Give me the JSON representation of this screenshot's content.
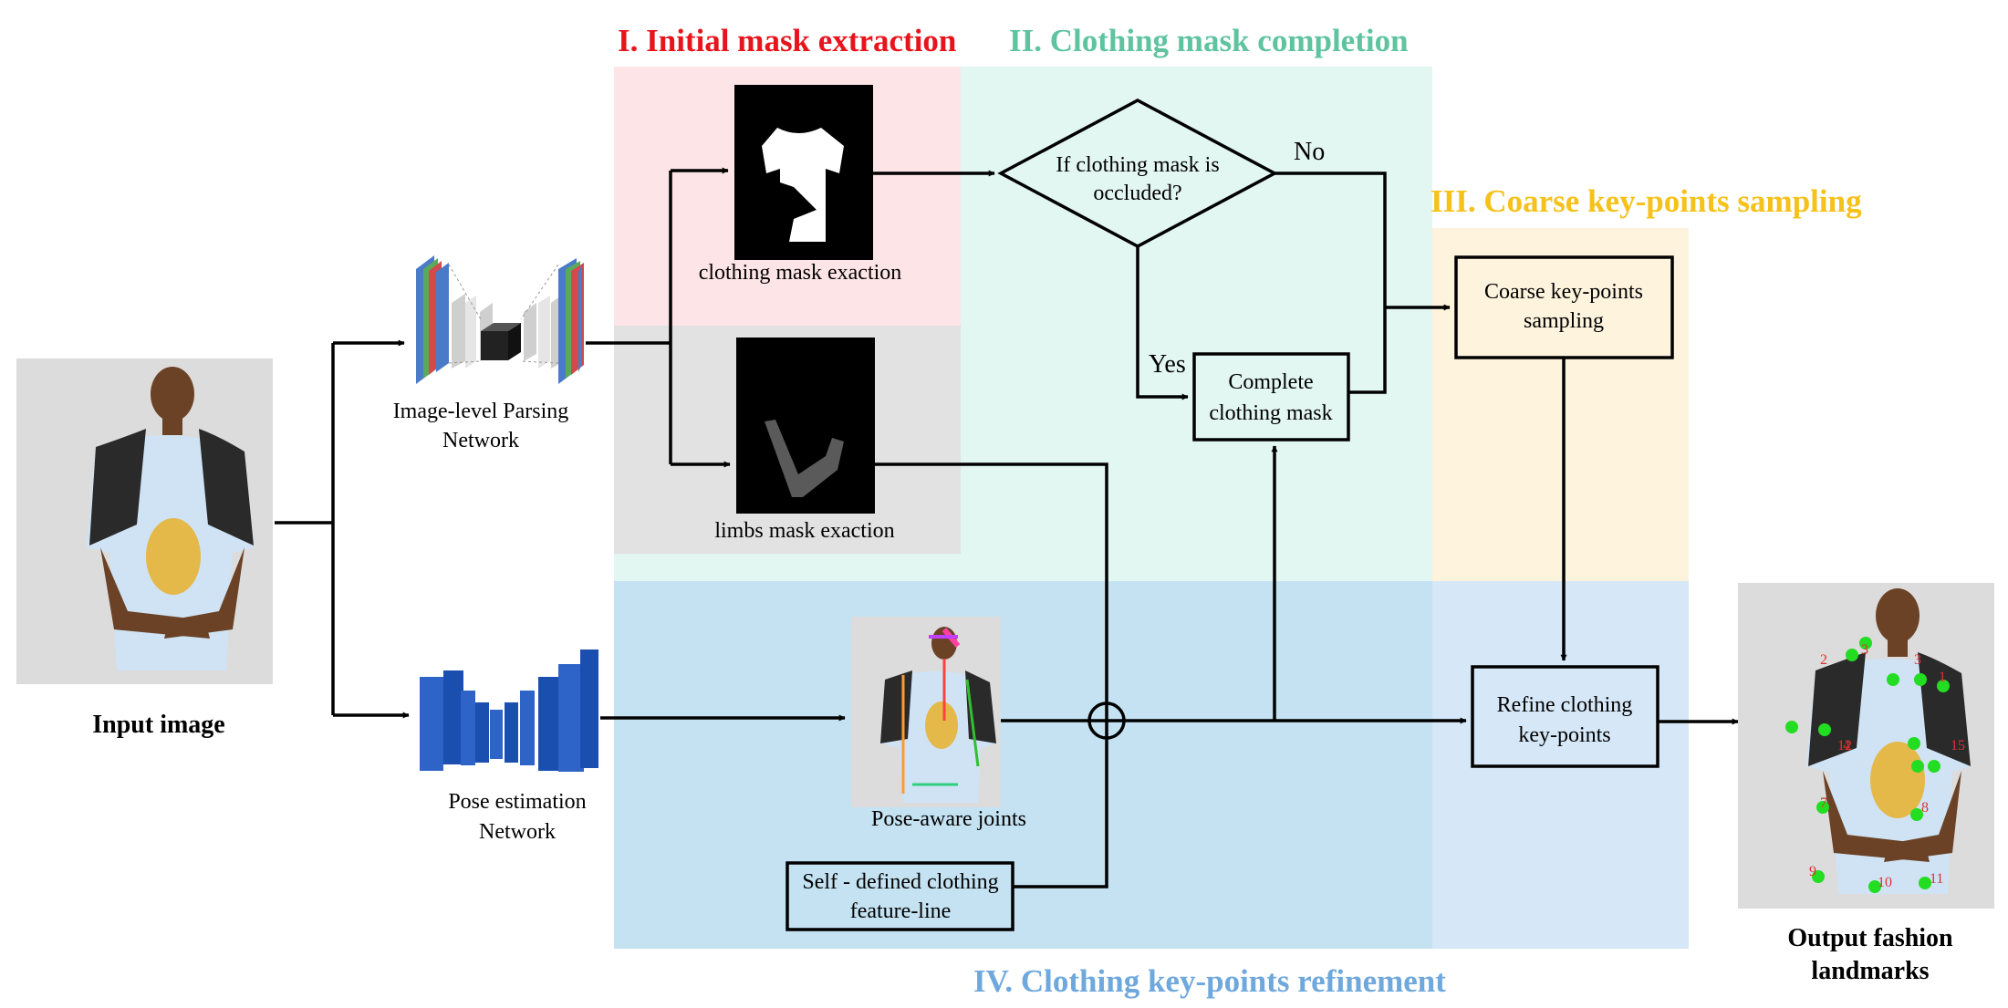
{
  "stages": {
    "s1": {
      "title": "I. Initial mask extraction",
      "color": "#e8141c"
    },
    "s2": {
      "title": "II. Clothing mask completion",
      "color": "#5fc3a0"
    },
    "s3": {
      "title": "III. Coarse key-points sampling",
      "color": "#f5c11a"
    },
    "s4": {
      "title": "IV. Clothing key-points refinement",
      "color": "#6fa8dc"
    }
  },
  "input": {
    "label": "Input image"
  },
  "networks": {
    "parsing": {
      "line1": "Image-level Parsing",
      "line2": "Network"
    },
    "pose": {
      "line1": "Pose estimation",
      "line2": "Network"
    }
  },
  "masks": {
    "clothing": "clothing mask exaction",
    "limbs": "limbs mask exaction"
  },
  "decision": {
    "line1": "If  clothing mask is",
    "line2": "occluded?",
    "no": "No",
    "yes": "Yes"
  },
  "boxes": {
    "complete": {
      "line1": "Complete",
      "line2": "clothing mask"
    },
    "coarse": {
      "line1": "Coarse key-points",
      "line2": "sampling"
    },
    "refine": {
      "line1": "Refine clothing",
      "line2": "key-points"
    },
    "feature": {
      "line1": "Self - defined clothing",
      "line2": "feature-line"
    }
  },
  "pose_joints": {
    "label": "Pose-aware joints"
  },
  "output": {
    "line1": "Output fashion",
    "line2": "landmarks",
    "landmark_numbers": [
      "2",
      "3",
      "3",
      "1",
      "4",
      "12",
      "15",
      "7",
      "8",
      "9",
      "10",
      "11"
    ]
  },
  "colors": {
    "stage1_bg": "#fde4e6",
    "stage2_bg": "#e2f6f2",
    "stage3_bg": "#fef3dd",
    "stage4_bg": "#c4e2f2",
    "stage4_bg_right": "#d6e7f7",
    "limbs_bg": "#e2e2e2",
    "landmark_dot": "#22dd22",
    "landmark_num": "#e03030"
  }
}
